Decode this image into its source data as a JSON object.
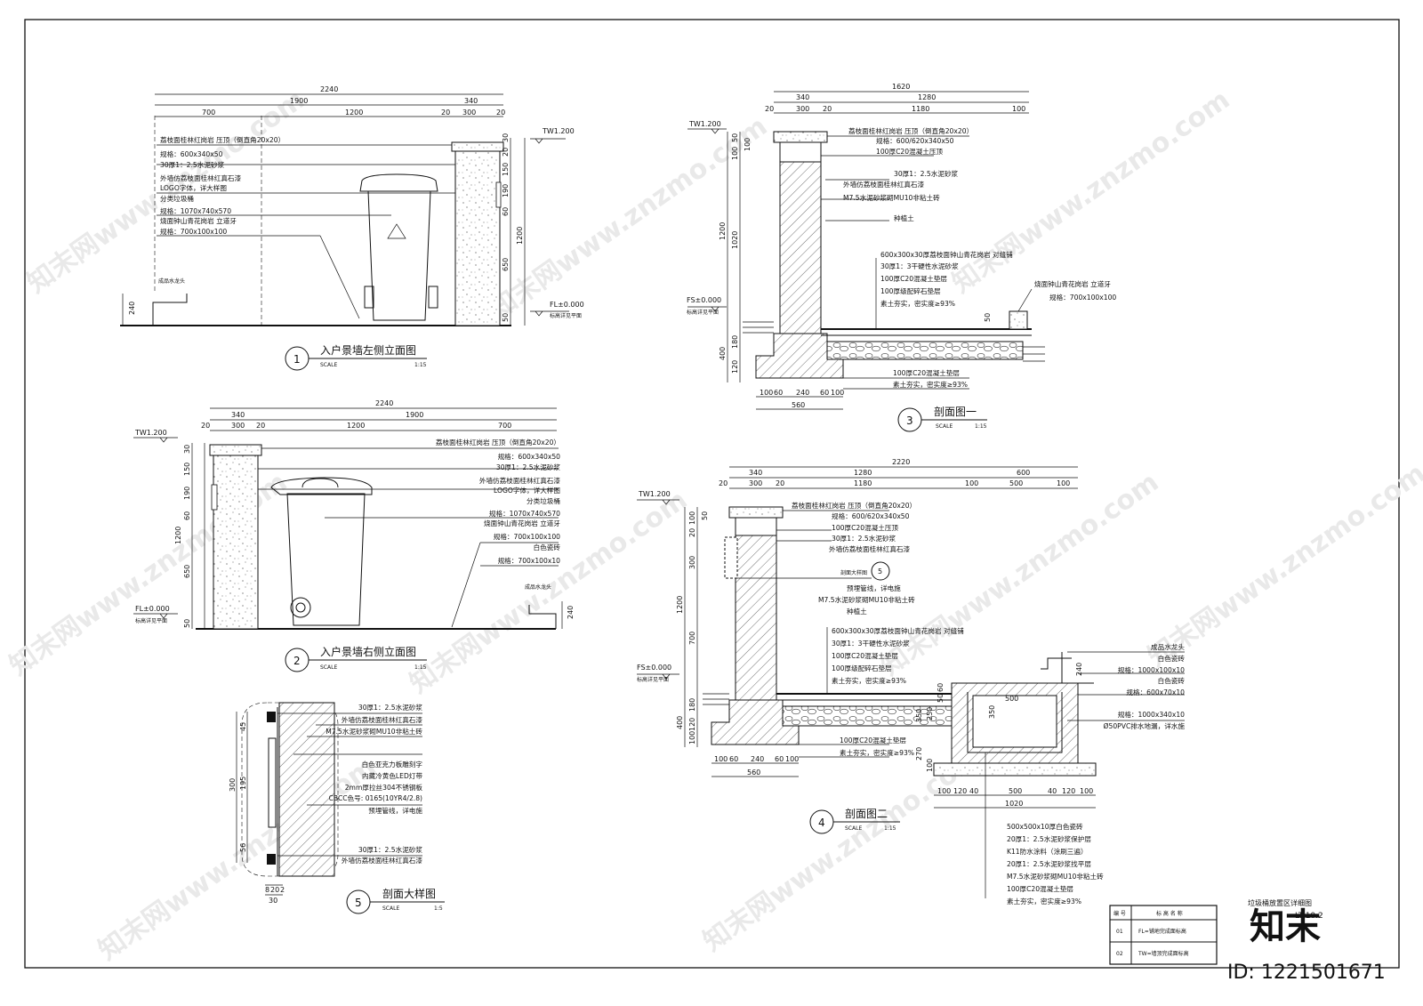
{
  "drawing_id": "LT-10.2",
  "sheet_label": "垃圾桶放置区详细图",
  "watermarks": {
    "site": "知末网www.znzmo.com",
    "brand": "知末",
    "id": "ID: 1221501671"
  },
  "legend": {
    "headers": [
      "编 号",
      "标 高 名 称"
    ],
    "rows": [
      {
        "no": "01",
        "name": "FL=铺地完成面标高"
      },
      {
        "no": "02",
        "name": "TW=墙顶完成面标高"
      }
    ]
  },
  "views": {
    "v1": {
      "num": "1",
      "title": "入户景墙左侧立面图",
      "scale_label": "SCALE",
      "scale": "1:15",
      "dims_top": [
        "2240",
        "1900",
        "340",
        "700",
        "1200",
        "20",
        "300",
        "20"
      ],
      "dims_right": [
        "30",
        "20",
        "150",
        "190",
        "60",
        "1200",
        "650",
        "50"
      ],
      "dims_left": [
        "240"
      ],
      "levels": {
        "top": "TW1.200",
        "bottom": "FL±0.000",
        "bottom_note": "标高详见平面"
      },
      "tap_label": "成品水龙头",
      "notes": [
        "荔枝面桂林红岗岩 压顶（倒直角20x20）",
        "规格：600x340x50",
        "30厚1：2.5水泥砂浆",
        "外墙仿荔枝面桂林红真石漆",
        "LOGO字体，详大样图",
        "分类垃圾桶",
        "规格：1070x740x570",
        "烧面钟山青花岗岩 立道牙",
        "规格：700x100x100"
      ]
    },
    "v2": {
      "num": "2",
      "title": "入户景墙右侧立面图",
      "scale_label": "SCALE",
      "scale": "1:15",
      "dims_top": [
        "2240",
        "340",
        "1900",
        "20",
        "300",
        "20",
        "1200",
        "700"
      ],
      "dims_left": [
        "30",
        "150",
        "190",
        "60",
        "1200",
        "650",
        "50"
      ],
      "dims_right": [
        "240"
      ],
      "levels": {
        "top": "TW1.200",
        "bottom": "FL±0.000",
        "bottom_note": "标高详见平面"
      },
      "tap_label": "成品水龙头",
      "notes": [
        "荔枝面桂林红岗岩 压顶（倒直角20x20）",
        "规格：600x340x50",
        "30厚1：2.5水泥砂浆",
        "外墙仿荔枝面桂林红真石漆",
        "LOGO字体，详大样图",
        "分类垃圾桶",
        "规格：1070x740x570",
        "烧面钟山青花岗岩 立道牙",
        "规格：700x100x100",
        "白色瓷砖",
        "规格：700x100x10"
      ]
    },
    "v3": {
      "num": "3",
      "title": "剖面图一",
      "scale_label": "SCALE",
      "scale": "1:15",
      "dims_top": [
        "1620",
        "340",
        "1280",
        "20",
        "300",
        "20",
        "1180",
        "100"
      ],
      "dims_left": [
        "100",
        "50",
        "100",
        "1200",
        "1020",
        "400",
        "180",
        "120"
      ],
      "dims_bottom": [
        "100",
        "60",
        "240",
        "60",
        "100",
        "560"
      ],
      "levels": {
        "top": "TW1.200",
        "bottom": "FS±0.000",
        "bottom_note": "标高详见平面"
      },
      "dim_small": "50",
      "notes": [
        "荔枝面桂林红岗岩 压顶（倒直角20x20）",
        "规格：600/620x340x50",
        "100厚C20混凝土压顶",
        "30厚1：2.5水泥砂浆",
        "外墙仿荔枝面桂林红真石漆",
        "M7.5水泥砂浆砌MU10非粘土砖",
        "种植土",
        "600x300x30厚荔枝面钟山青花岗岩 对缝铺",
        "30厚1：3干硬性水泥砂浆",
        "100厚C20混凝土垫层",
        "100厚级配碎石垫层",
        "素土夯实，密实度≥93%",
        "烧面钟山青花岗岩 立道牙",
        "规格：700x100x100",
        "100厚C20混凝土垫层",
        "素土夯实，密实度≥93%"
      ]
    },
    "v4": {
      "num": "4",
      "title": "剖面图二",
      "scale_label": "SCALE",
      "scale": "1:15",
      "dims_top": [
        "2220",
        "340",
        "1280",
        "600",
        "20",
        "300",
        "20",
        "1180",
        "100",
        "500",
        "100"
      ],
      "dims_left": [
        "20",
        "100",
        "50",
        "300",
        "1200",
        "700",
        "180",
        "400",
        "120",
        "100"
      ],
      "dims_bottom": [
        "100",
        "60",
        "240",
        "60",
        "100",
        "560"
      ],
      "dims_bottom_right": [
        "100",
        "120",
        "40",
        "500",
        "40",
        "120",
        "100",
        "1020"
      ],
      "dims_pit": [
        "500",
        "350",
        "60",
        "50",
        "250",
        "350",
        "270",
        "100",
        "240"
      ],
      "levels": {
        "top": "TW1.200",
        "bottom": "FS±0.000",
        "bottom_note": "标高详见平面"
      },
      "detail_ref": {
        "label": "剖面大样图",
        "num": "5"
      },
      "notes": [
        "荔枝面桂林红岗岩 压顶（倒直角20x20）",
        "规格：600/620x340x50",
        "100厚C20混凝土压顶",
        "30厚1：2.5水泥砂浆",
        "外墙仿荔枝面桂林红真石漆",
        "预埋管线，详电施",
        "M7.5水泥砂浆砌MU10非粘土砖",
        "种植土",
        "600x300x30厚荔枝面钟山青花岗岩 对缝铺",
        "30厚1：3干硬性水泥砂浆",
        "100厚C20混凝土垫层",
        "100厚级配碎石垫层",
        "素土夯实，密实度≥93%",
        "100厚C20混凝土垫层",
        "素土夯实，密实度≥93%"
      ],
      "right_notes": [
        "成品水龙头",
        "白色瓷砖",
        "规格：1000x100x10",
        "白色瓷砖",
        "规格：600x70x10",
        "规格：1000x340x10",
        "Ø50PVC排水地漏，详水施"
      ],
      "pit_notes": [
        "500x500x10厚白色瓷砖",
        "20厚1：2.5水泥砂浆保护层",
        "K11防水涂料（涂刷三遍）",
        "20厚1：2.5水泥砂浆找平层",
        "M7.5水泥砂浆砌MU10非粘土砖",
        "100厚C20混凝土垫层",
        "素土夯实，密实度≥93%"
      ]
    },
    "v5": {
      "num": "5",
      "title": "剖面大样图",
      "scale_label": "SCALE",
      "scale": "1:5",
      "dims_left": [
        "45",
        "300",
        "195",
        "56"
      ],
      "dims_bottom": [
        "8",
        "20",
        "2",
        "30"
      ],
      "notes": [
        "30厚1：2.5水泥砂浆",
        "外墙仿荔枝面桂林红真石漆",
        "M7.5水泥砂浆砌MU10非粘土砖",
        "白色亚克力板雕刻字",
        "内藏冷黄色LED灯带",
        "2mm厚拉丝304不锈钢板",
        "CBCC色号: 0165(10YR4/2.8)",
        "预埋管线，详电施",
        "30厚1：2.5水泥砂浆",
        "外墙仿荔枝面桂林红真石漆"
      ]
    }
  }
}
